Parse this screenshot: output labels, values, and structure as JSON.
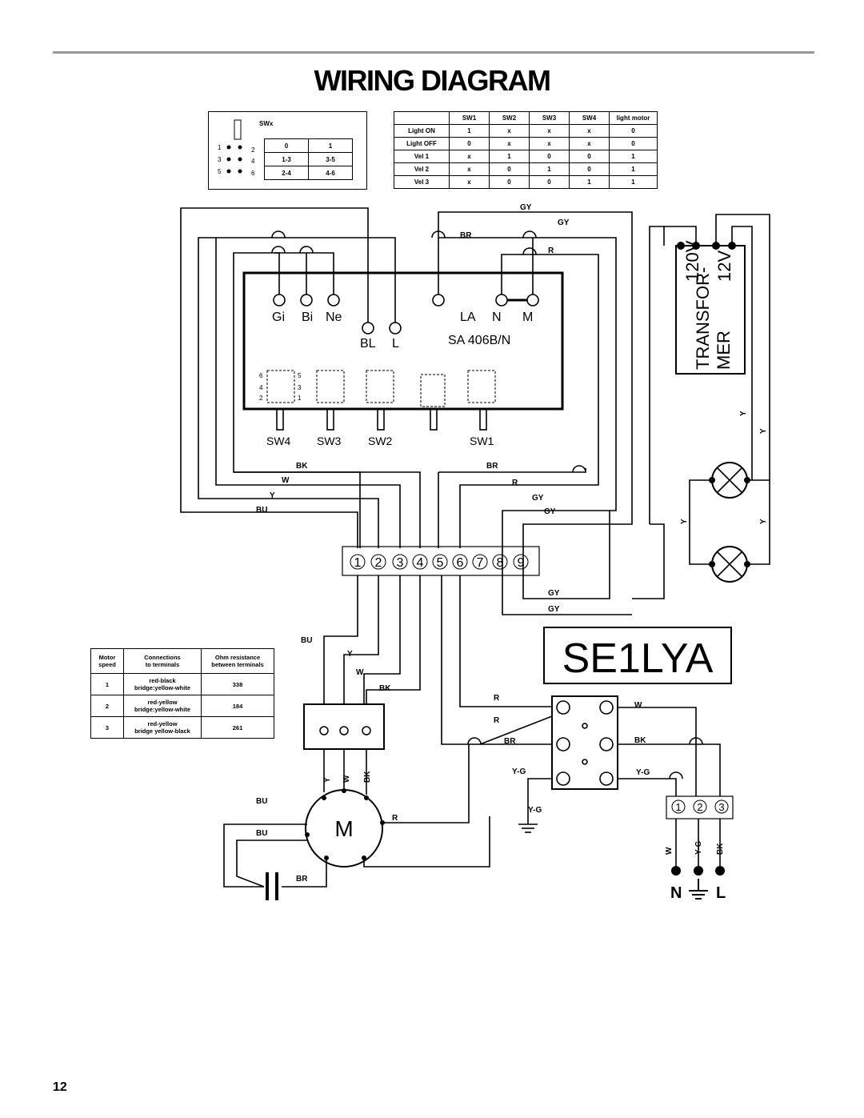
{
  "page": {
    "title": "WIRING DIAGRAM",
    "page_number": "12",
    "model": "SE1LYA"
  },
  "swx_table": {
    "title": "SWx",
    "pin_labels_left": [
      "1",
      "3",
      "5"
    ],
    "pin_labels_right": [
      "2",
      "4",
      "6"
    ],
    "headers": [
      "0",
      "1"
    ],
    "rows": [
      [
        "1-3",
        "3-5"
      ],
      [
        "2-4",
        "4-6"
      ]
    ]
  },
  "state_table": {
    "headers": [
      "",
      "SW1",
      "SW2",
      "SW3",
      "SW4",
      "light motor"
    ],
    "rows": [
      [
        "Light ON",
        "1",
        "x",
        "x",
        "x",
        "0"
      ],
      [
        "Light OFF",
        "0",
        "x",
        "x",
        "x",
        "0"
      ],
      [
        "Vel 1",
        "x",
        "1",
        "0",
        "0",
        "1"
      ],
      [
        "Vel 2",
        "x",
        "0",
        "1",
        "0",
        "1"
      ],
      [
        "Vel 3",
        "x",
        "0",
        "0",
        "1",
        "1"
      ]
    ]
  },
  "motor_table": {
    "headers": [
      [
        "Motor",
        "speed"
      ],
      [
        "Connections",
        "to terminals"
      ],
      [
        "Ohm resistance",
        "between terminals"
      ]
    ],
    "rows": [
      {
        "speed": "1",
        "conn1": "red-black",
        "conn2": "bridge:yellow-white",
        "ohm": "338"
      },
      {
        "speed": "2",
        "conn1": "red-yellow",
        "conn2": "bridge:yellow-white",
        "ohm": "184"
      },
      {
        "speed": "3",
        "conn1": "red-yellow",
        "conn2": "bridge yellow-black",
        "ohm": "261"
      }
    ]
  },
  "board": {
    "terminals_top": [
      "Gi",
      "Bi",
      "Ne",
      "LA",
      "N",
      "M"
    ],
    "terminals_mid": [
      "BL",
      "L"
    ],
    "part": "SA 406B/N",
    "pin_numbers": [
      "6",
      "5",
      "4",
      "3",
      "2",
      "1"
    ],
    "switches": [
      "SW4",
      "SW3",
      "SW2",
      "SW1"
    ]
  },
  "transformer": {
    "v1": "120V",
    "v2": "12V",
    "line1": "TRANSFOR-",
    "line2": "MER"
  },
  "terminal_block": {
    "numbers": [
      "1",
      "2",
      "3",
      "4",
      "5",
      "6",
      "7",
      "8",
      "9"
    ]
  },
  "mains_block": {
    "numbers": [
      "1",
      "2",
      "3"
    ]
  },
  "motor_label": "M",
  "mains_labels": {
    "n": "N",
    "l": "L"
  },
  "wire_labels": {
    "gy": "GY",
    "br": "BR",
    "r": "R",
    "bk": "BK",
    "w": "W",
    "y": "Y",
    "bu": "BU",
    "yg": "Y-G"
  }
}
